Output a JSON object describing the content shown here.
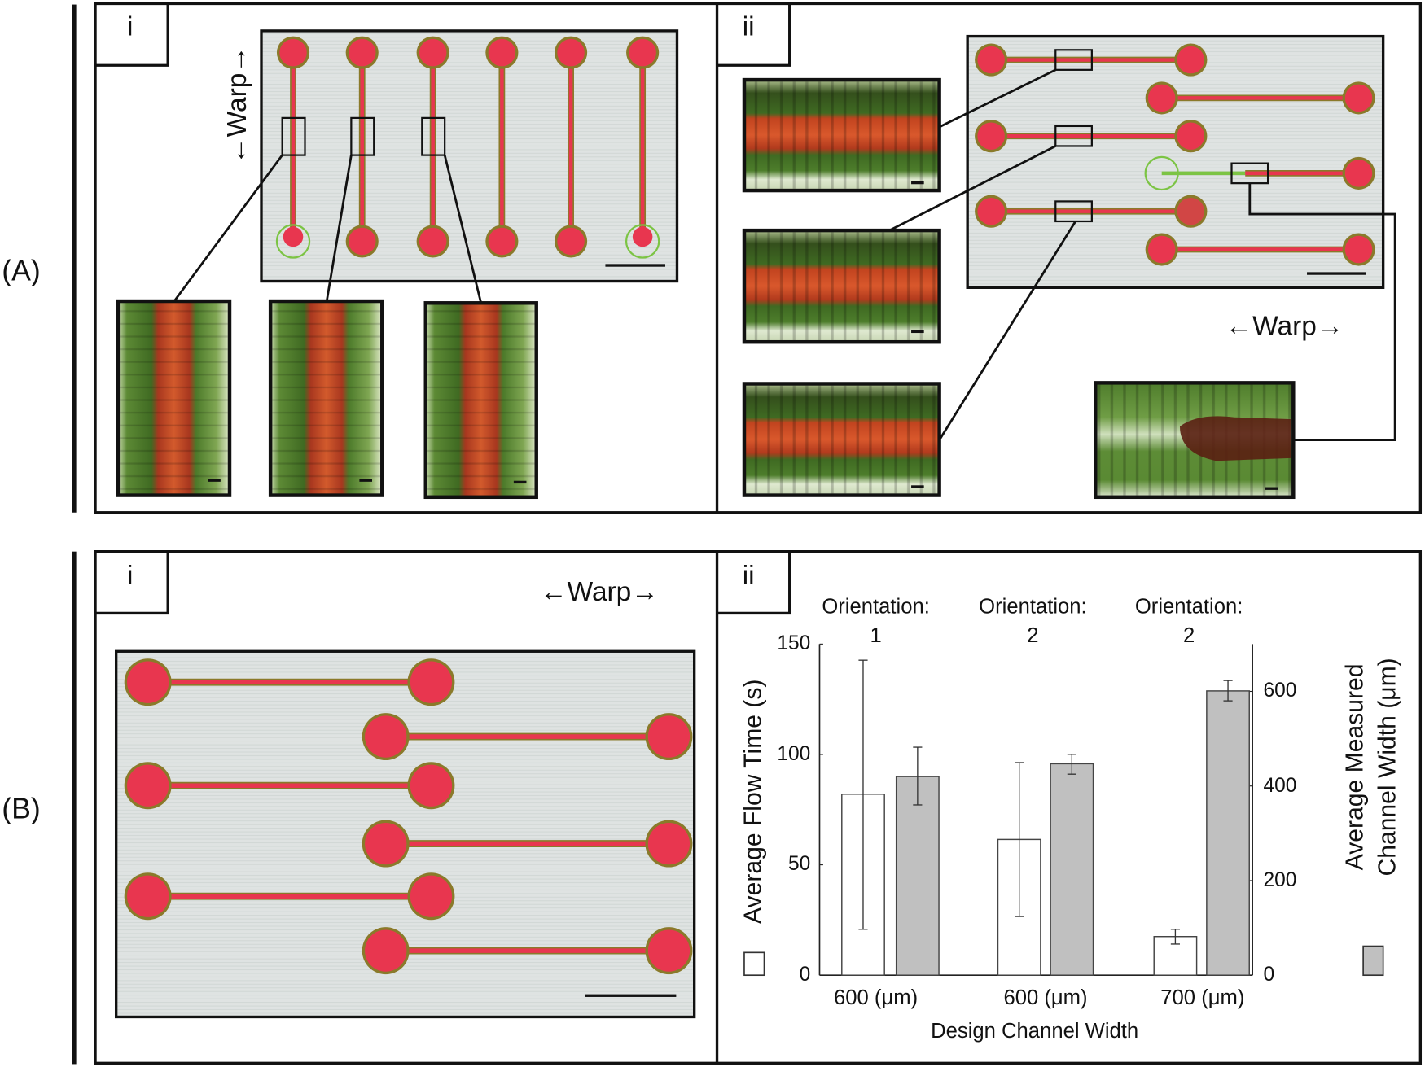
{
  "figure": {
    "panel_a_label": "(A)",
    "panel_b_label": "(B)",
    "sub_i": "i",
    "sub_ii": "ii",
    "warp_label": "Warp",
    "warp_arrows": [
      "←",
      "→"
    ],
    "colors": {
      "dye_red": "#e8364f",
      "ring_olive": "#8a7a2a",
      "unfilled_green": "#7cc444",
      "fabric": "#dfe3e2",
      "bar_white": "#ffffff",
      "bar_gray": "#c0c0c0"
    }
  },
  "chart_data": {
    "type": "bar",
    "categories": [
      "600 (μm)",
      "600 (μm)",
      "700 (μm)"
    ],
    "group_titles": [
      [
        "Orientation:",
        "1"
      ],
      [
        "Orientation:",
        "2"
      ],
      [
        "Orientation:",
        "2"
      ]
    ],
    "xlabel": "Design Channel Width",
    "ylabel_left": "Average Flow Time (s)",
    "ylabel_right": [
      "Average Measured",
      "Channel Width (μm)"
    ],
    "ylim_left": [
      0,
      150
    ],
    "ylim_right": [
      0,
      700
    ],
    "yticks_left": [
      "0",
      "50",
      "100",
      "150"
    ],
    "yticks_right": [
      "0",
      "200",
      "400",
      "600"
    ],
    "grid": false,
    "legend": "axis-labels (white square = left axis, gray square = right axis)",
    "series": [
      {
        "axis": "left",
        "color": "#ffffff",
        "values": [
          82,
          61.5,
          17.5
        ],
        "err_low": [
          20.8,
          26.6,
          14.1
        ],
        "err_high": [
          142.7,
          96.3,
          20.8
        ]
      },
      {
        "axis": "right",
        "color": "#c0c0c0",
        "values": [
          420,
          447,
          601
        ],
        "err_low": [
          360,
          425,
          580
        ],
        "err_high": [
          482,
          467,
          623
        ]
      }
    ]
  }
}
